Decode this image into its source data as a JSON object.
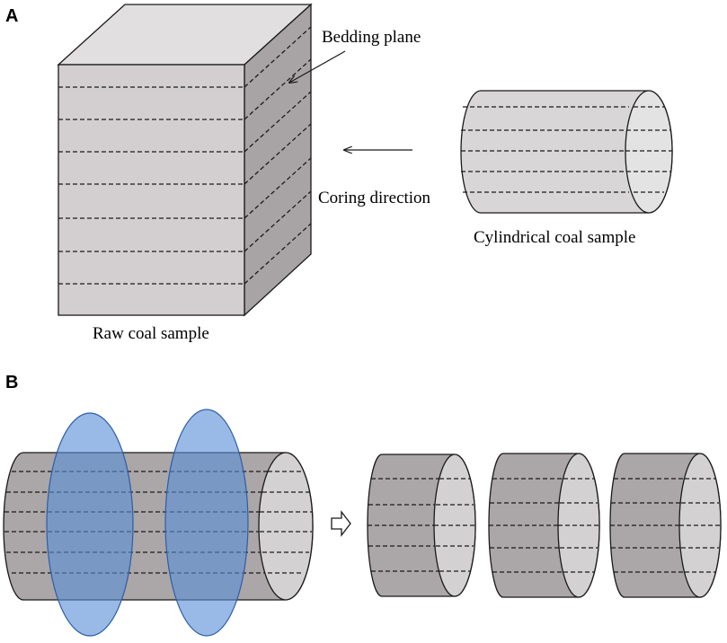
{
  "panel_a": {
    "letter": "A",
    "labels": {
      "bedding_plane": "Bedding plane",
      "coring_direction": "Coring direction",
      "cylindrical_sample": "Cylindrical coal sample",
      "raw_sample": "Raw coal sample"
    }
  },
  "panel_b": {
    "letter": "B"
  },
  "colors": {
    "block_front": "#d3cfd0",
    "block_top": "#e1dfe0",
    "block_side": "#a8a4a5",
    "cylinder_light": "#d8d6d7",
    "cylinder_face": "#e4e3e4",
    "cylinder_dark": "#aba6a7",
    "cylinder_dark_face": "#d4d1d2",
    "cut_plane": "#5b8fd6",
    "line": "#1a1a1a"
  }
}
